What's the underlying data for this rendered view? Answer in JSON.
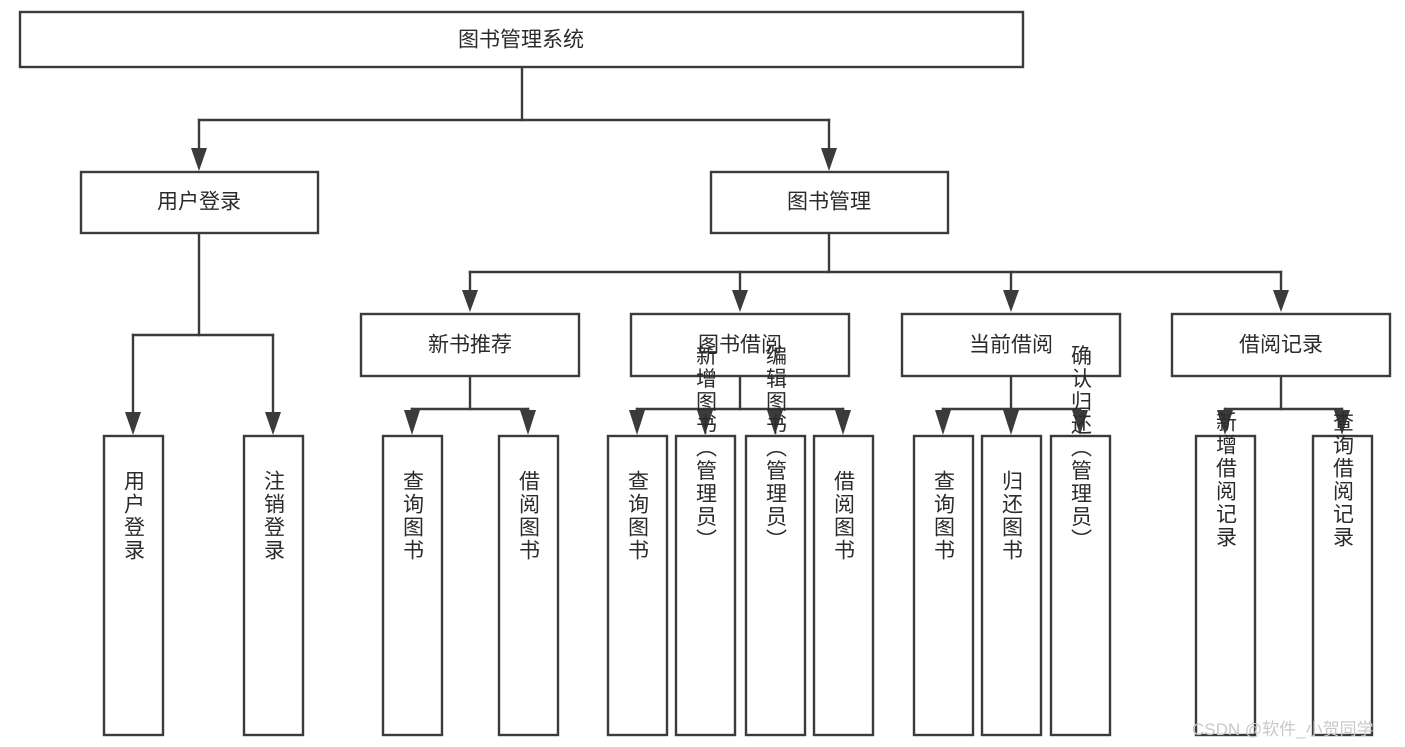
{
  "diagram": {
    "type": "tree-hierarchy-diagram",
    "title": "图书管理系统",
    "orientation": "top-down",
    "root": {
      "id": "root",
      "label": "图书管理系统",
      "text_orientation": "horizontal",
      "children": [
        {
          "id": "user-login",
          "label": "用户登录",
          "text_orientation": "horizontal",
          "children": [
            {
              "id": "user-login-do",
              "label": "用户登录",
              "text_orientation": "vertical"
            },
            {
              "id": "user-logout",
              "label": "注销登录",
              "text_orientation": "vertical"
            }
          ]
        },
        {
          "id": "book-management",
          "label": "图书管理",
          "text_orientation": "horizontal",
          "children": [
            {
              "id": "new-book-recommend",
              "label": "新书推荐",
              "text_orientation": "horizontal",
              "children": [
                {
                  "id": "query-book-1",
                  "label": "查询图书",
                  "text_orientation": "vertical"
                },
                {
                  "id": "borrow-book-1",
                  "label": "借阅图书",
                  "text_orientation": "vertical"
                }
              ]
            },
            {
              "id": "book-borrow",
              "label": "图书借阅",
              "text_orientation": "horizontal",
              "children": [
                {
                  "id": "query-book-2",
                  "label": "查询图书",
                  "text_orientation": "vertical"
                },
                {
                  "id": "add-book-admin",
                  "label": "新增图书（管理员）",
                  "text_orientation": "vertical"
                },
                {
                  "id": "edit-book-admin",
                  "label": "编辑图书（管理员）",
                  "text_orientation": "vertical"
                },
                {
                  "id": "borrow-book-2",
                  "label": "借阅图书",
                  "text_orientation": "vertical"
                }
              ]
            },
            {
              "id": "current-borrow",
              "label": "当前借阅",
              "text_orientation": "horizontal",
              "children": [
                {
                  "id": "query-book-3",
                  "label": "查询图书",
                  "text_orientation": "vertical"
                },
                {
                  "id": "return-book",
                  "label": "归还图书",
                  "text_orientation": "vertical"
                },
                {
                  "id": "confirm-return-admin",
                  "label": "确认归还（管理员）",
                  "text_orientation": "vertical"
                }
              ]
            },
            {
              "id": "borrow-record",
              "label": "借阅记录",
              "text_orientation": "horizontal",
              "children": [
                {
                  "id": "add-borrow-record",
                  "label": "新增借阅记录",
                  "text_orientation": "vertical"
                },
                {
                  "id": "query-borrow-record",
                  "label": "查询借阅记录",
                  "text_orientation": "vertical"
                }
              ]
            }
          ]
        }
      ]
    }
  },
  "nodes": {
    "root": "图书管理系统",
    "user_login": "用户登录",
    "book_management": "图书管理",
    "new_book_recommend": "新书推荐",
    "book_borrow": "图书借阅",
    "current_borrow": "当前借阅",
    "borrow_record": "借阅记录",
    "leaf_user_login": "用户登录",
    "leaf_user_logout": "注销登录",
    "leaf_query_book_1": "查询图书",
    "leaf_borrow_book_1": "借阅图书",
    "leaf_query_book_2": "查询图书",
    "leaf_add_book_admin": "新增图书（管理员）",
    "leaf_edit_book_admin": "编辑图书（管理员）",
    "leaf_borrow_book_2": "借阅图书",
    "leaf_query_book_3": "查询图书",
    "leaf_return_book": "归还图书",
    "leaf_confirm_return_admin": "确认归还（管理员）",
    "leaf_add_borrow_record": "新增借阅记录",
    "leaf_query_borrow_record": "查询借阅记录"
  },
  "watermark": {
    "text": "CSDN @软件_小贺同学"
  },
  "colors": {
    "stroke": "#3b3b3b",
    "fill": "#ffffff",
    "text": "#2b2b2b",
    "watermark": "#c9c9c9",
    "background": "#ffffff"
  }
}
